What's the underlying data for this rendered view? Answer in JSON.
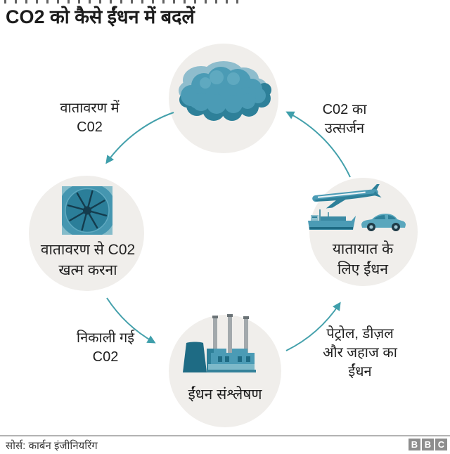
{
  "title": "CO2 को कैसे ईंधन में बदलें",
  "cycle": {
    "nodes": {
      "cloud": {
        "icon": "cloud-icon"
      },
      "capture": {
        "icon": "fan-icon",
        "line1": "वातावरण से C02",
        "line2": "खत्म करना"
      },
      "synthesis": {
        "icon": "factory-icon",
        "label": "ईंधन संश्लेषण"
      },
      "transport": {
        "icon": "transport-icons",
        "line1": "यातायात के",
        "line2": "लिए ईंधन"
      }
    },
    "edge_labels": {
      "atmosphere": {
        "line1": "वातावरण में",
        "line2": "C02"
      },
      "emission": {
        "line1": "C02 का",
        "line2": "उत्सर्जन"
      },
      "extracted": {
        "line1": "निकाली गई",
        "line2": "C02"
      },
      "fuel_types": {
        "line1": "पेट्रोल, डीज़ल",
        "line2": "और जहाज का",
        "line3": "ईंधन"
      }
    }
  },
  "footer": {
    "source": "सोर्स: कार्बन इंजीनियरिंग",
    "logo_letters": [
      "B",
      "B",
      "C"
    ]
  },
  "colors": {
    "teal_main": "#4b9bb5",
    "teal_dark": "#2e8099",
    "teal_deep": "#1e6b84",
    "teal_light": "#8fbdcd",
    "arrow": "#43a0ab",
    "circle_bg": "#f0eeeb",
    "chimney_grey": "#a3a9ac",
    "bbc_grey": "#8d8d8d",
    "text": "#1f1f1f"
  }
}
